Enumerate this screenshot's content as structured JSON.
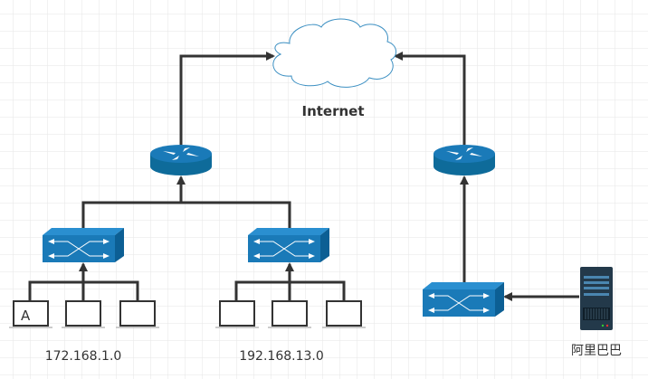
{
  "cloud": {
    "label": "Internet"
  },
  "hosts_left": {
    "first_host_label": "A",
    "subnet": "172.168.1.0"
  },
  "hosts_right": {
    "subnet": "192.168.13.0"
  },
  "server": {
    "label": "阿里巴巴"
  },
  "colors": {
    "device": "#1a7ab8",
    "router": "#0e6b9a",
    "line": "#333333",
    "server": "#23394a",
    "cloud_stroke": "#3b8fc2"
  }
}
